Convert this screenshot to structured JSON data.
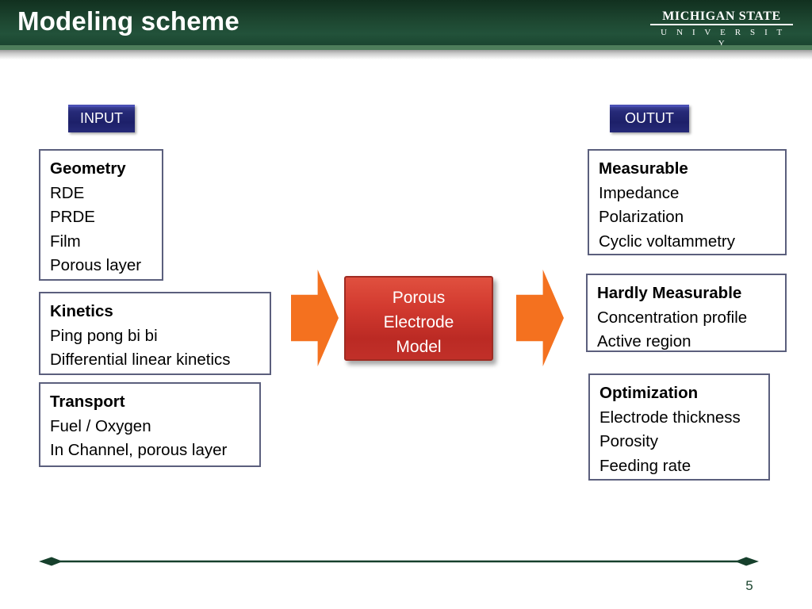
{
  "header": {
    "title": "Modeling scheme",
    "logo_top": "MICHIGAN STATE",
    "logo_bottom": "U N I V E R S I T Y",
    "bar_color": "#1d4630",
    "strip_color": "#4e7d5b"
  },
  "badges": {
    "input": "INPUT",
    "output": "OUTUT",
    "color": "#262a78"
  },
  "input_boxes": [
    {
      "heading": "Geometry",
      "lines": [
        "RDE",
        "PRDE",
        "Film",
        "Porous layer"
      ]
    },
    {
      "heading": "Kinetics",
      "lines": [
        "Ping pong bi bi",
        "Differential linear kinetics"
      ]
    },
    {
      "heading": "Transport",
      "lines": [
        "Fuel / Oxygen",
        "In Channel, porous layer"
      ]
    }
  ],
  "output_boxes": [
    {
      "heading": "Measurable",
      "lines": [
        "Impedance",
        "Polarization",
        "Cyclic voltammetry"
      ]
    },
    {
      "heading": "Hardly Measurable",
      "lines": [
        "Concentration profile",
        "Active region"
      ]
    },
    {
      "heading": "Optimization",
      "lines": [
        "Electrode thickness",
        "Porosity",
        "Feeding rate"
      ]
    }
  ],
  "model": {
    "line1": "Porous",
    "line2": "Electrode",
    "line3": "Model",
    "color": "#c8342b"
  },
  "arrows": {
    "icon": "arrow-right-icon",
    "color": "#f4711f"
  },
  "footer": {
    "page_number": "5",
    "rule_color": "#16402c"
  }
}
